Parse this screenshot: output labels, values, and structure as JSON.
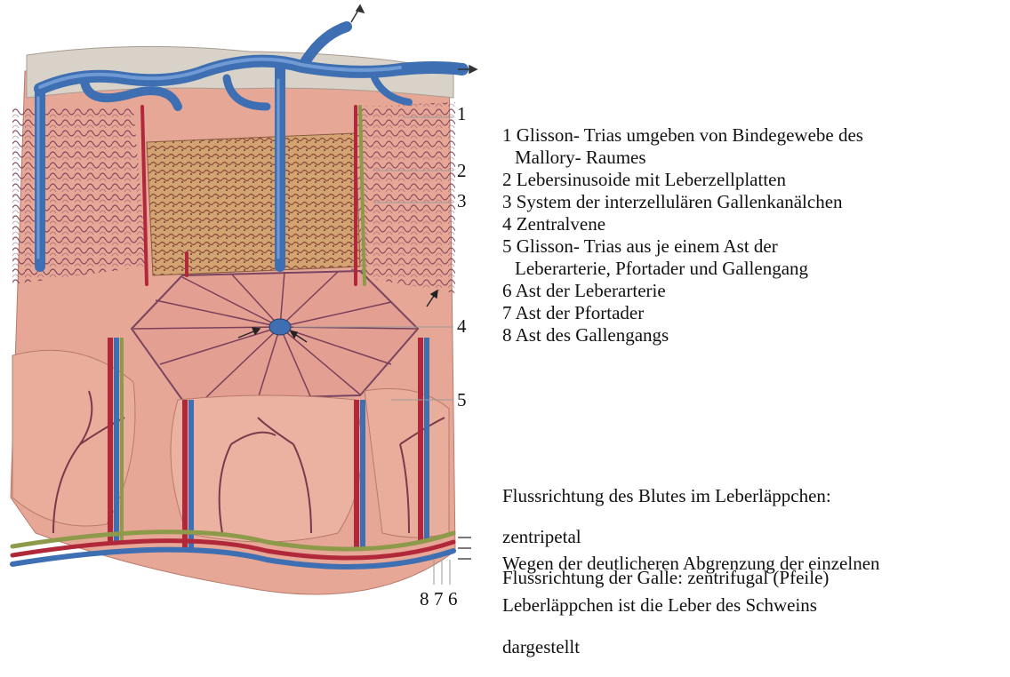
{
  "figure": {
    "callout_numbers": {
      "n1": "1",
      "n2": "2",
      "n3": "3",
      "n4": "4",
      "n5": "5",
      "n8": "8",
      "n7": "7",
      "n6": "6"
    },
    "colors": {
      "parenchyma": "#e7a796",
      "lobule_shadow": "#c9806f",
      "vein": "#3f6fb3",
      "vein_light": "#6f9ad3",
      "artery": "#b0283a",
      "bile_duct": "#8c9a4a",
      "connective": "#d9d2c8"
    }
  },
  "legend": {
    "items": [
      {
        "line1": "1 Glisson- Trias umgeben von Bindegewebe des",
        "line2": "Mallory- Raumes"
      },
      {
        "line1": "2 Lebersinusoide mit Leberzellplatten"
      },
      {
        "line1": "3 System der interzellulären Gallenkanälchen"
      },
      {
        "line1": "4 Zentralvene"
      },
      {
        "line1": "5 Glisson- Trias aus je einem Ast der",
        "line2": "Leberarterie, Pfortader und Gallengang"
      },
      {
        "line1": "6 Ast der Leberarterie"
      },
      {
        "line1": "7 Ast der Pfortader"
      },
      {
        "line1": "8 Ast des Gallengangs"
      }
    ],
    "flow_text": {
      "line1": "Flussrichtung des Blutes im Leberläppchen:",
      "line2": "zentripetal",
      "line3": "Flussrichtung der Galle: zentrifugal (Pfeile)"
    },
    "pig_note": {
      "line1": "Wegen der deutlicheren Abgrenzung der einzelnen",
      "line2": "Leberläppchen ist die Leber des Schweins",
      "line3": "dargestellt"
    }
  }
}
